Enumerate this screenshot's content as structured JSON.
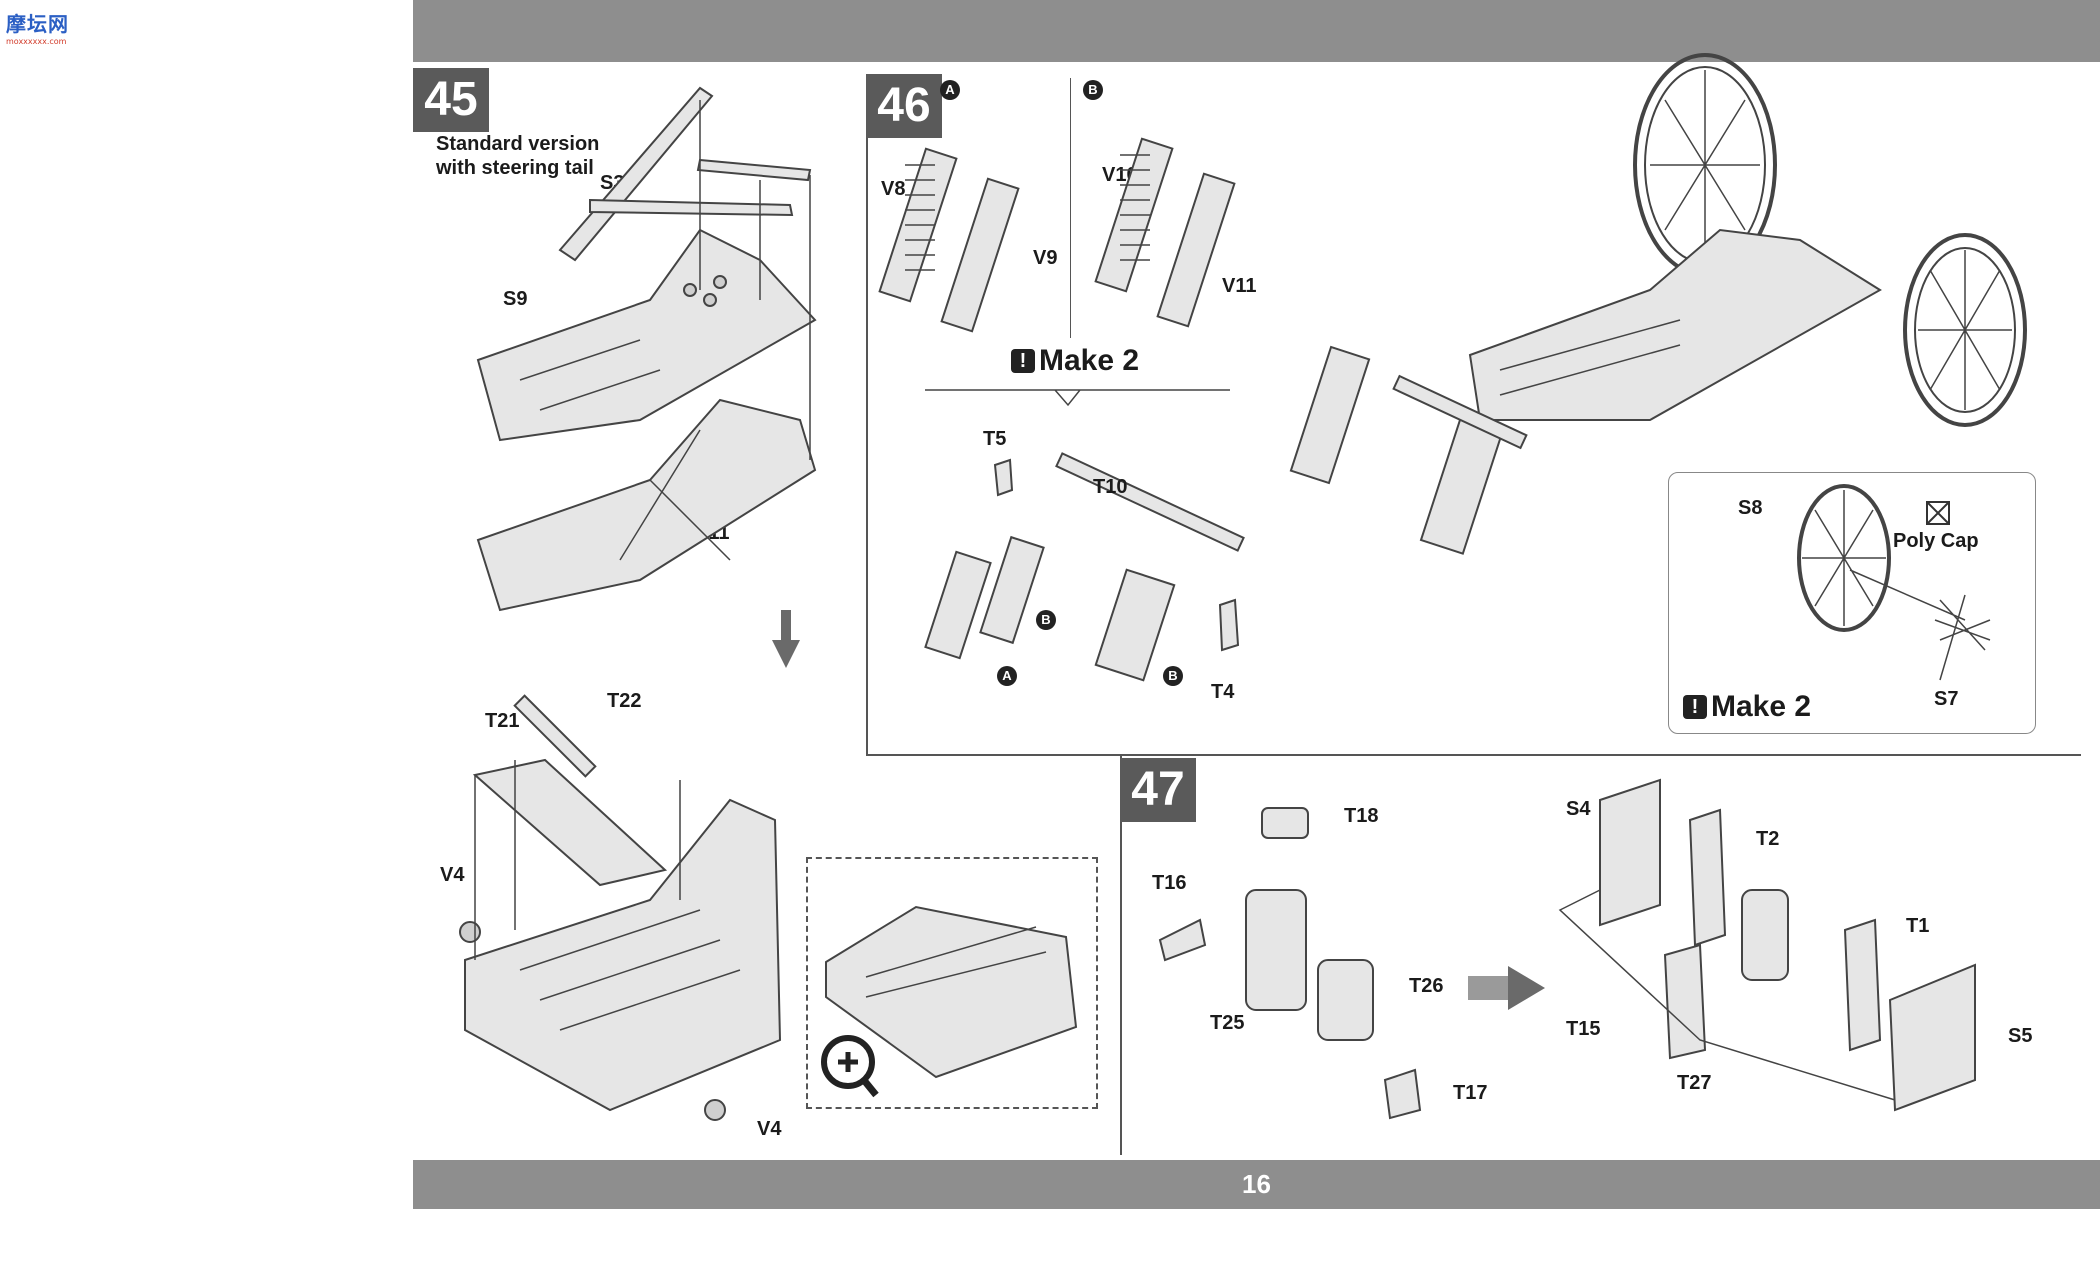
{
  "site_logo": {
    "text": "摩坛网",
    "sub": "moxxxxxx.com"
  },
  "page_number": "16",
  "steps": {
    "s45": {
      "num": "45",
      "note_line1": "Standard version",
      "note_line2": "with steering tail",
      "labels": {
        "S3": "S3",
        "S9": "S9",
        "S11": "S11",
        "T21": "T21",
        "T22": "T22",
        "V4a": "V4",
        "V4b": "V4"
      }
    },
    "s46": {
      "num": "46",
      "make": "Make 2",
      "make2": "Make 2",
      "circleA": "A",
      "circleB": "B",
      "labels": {
        "V8": "V8",
        "V9": "V9",
        "V10": "V10",
        "V11": "V11",
        "T5": "T5",
        "T10": "T10",
        "T4": "T4",
        "S8": "S8",
        "S7": "S7",
        "poly": "Poly Cap"
      }
    },
    "s47": {
      "num": "47",
      "labels": {
        "T18": "T18",
        "T16": "T16",
        "T25": "T25",
        "T26": "T26",
        "T17": "T17",
        "S4": "S4",
        "T2": "T2",
        "T1": "T1",
        "T15": "T15",
        "T27": "T27",
        "S5": "S5"
      }
    }
  },
  "colors": {
    "band": "#8e8e8e",
    "step_box": "#5a5a5a",
    "part_fill": "#e6e6e6",
    "outline": "#444444"
  }
}
